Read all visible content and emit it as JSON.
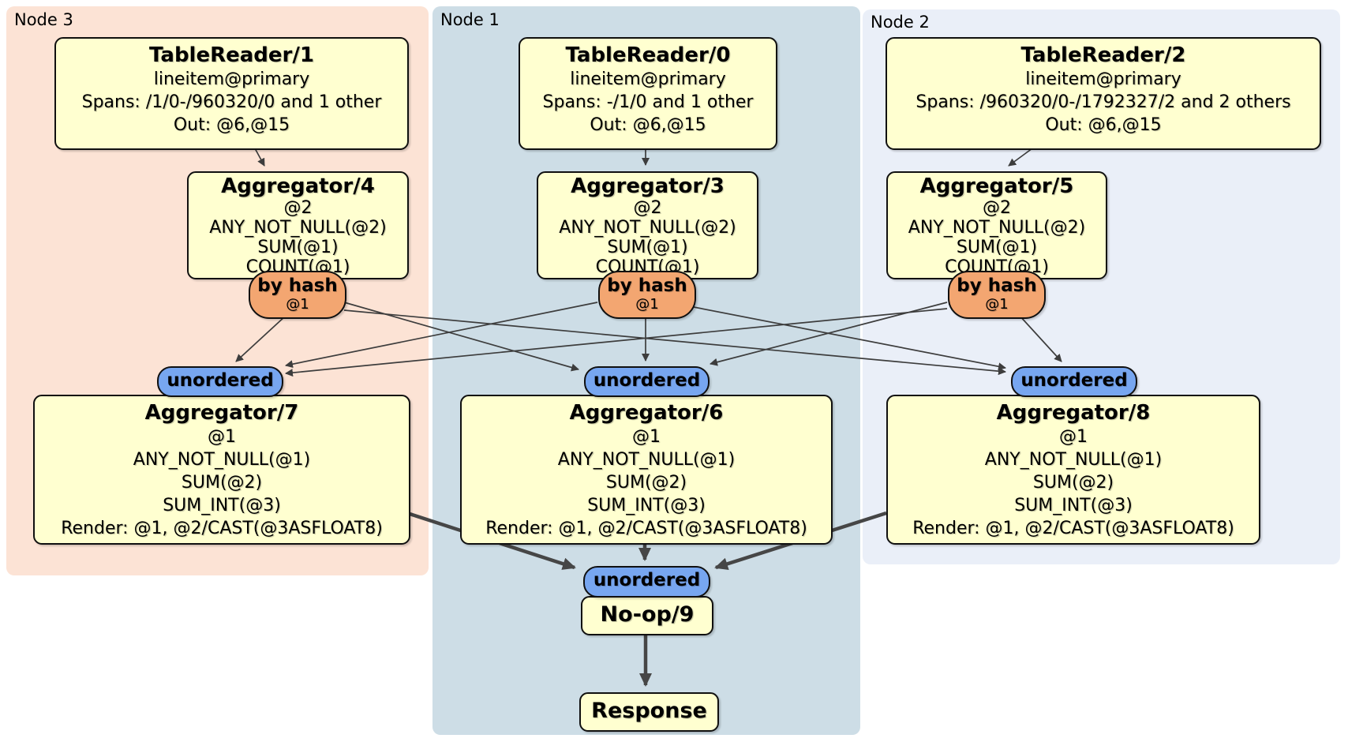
{
  "regions": {
    "node3": {
      "label": "Node 3",
      "bg": "#fce3d5"
    },
    "node1": {
      "label": "Node 1",
      "bg": "#cddde6"
    },
    "node2": {
      "label": "Node 2",
      "bg": "#eaeff8"
    }
  },
  "processors": {
    "tablereader1": {
      "title": "TableReader/1",
      "lines": [
        "lineitem@primary",
        "Spans: /1/0-/960320/0 and 1 other",
        "Out: @6,@15"
      ]
    },
    "tablereader0": {
      "title": "TableReader/0",
      "lines": [
        "lineitem@primary",
        "Spans: -/1/0 and 1 other",
        "Out: @6,@15"
      ]
    },
    "tablereader2": {
      "title": "TableReader/2",
      "lines": [
        "lineitem@primary",
        "Spans: /960320/0-/1792327/2 and 2 others",
        "Out: @6,@15"
      ]
    },
    "aggregator4": {
      "title": "Aggregator/4",
      "lines": [
        "@2",
        "ANY_NOT_NULL(@2)",
        "SUM(@1)",
        "COUNT(@1)"
      ]
    },
    "aggregator3": {
      "title": "Aggregator/3",
      "lines": [
        "@2",
        "ANY_NOT_NULL(@2)",
        "SUM(@1)",
        "COUNT(@1)"
      ]
    },
    "aggregator5": {
      "title": "Aggregator/5",
      "lines": [
        "@2",
        "ANY_NOT_NULL(@2)",
        "SUM(@1)",
        "COUNT(@1)"
      ]
    },
    "aggregator7": {
      "title": "Aggregator/7",
      "lines": [
        "@1",
        "ANY_NOT_NULL(@1)",
        "SUM(@2)",
        "SUM_INT(@3)",
        "Render: @1, @2/CAST(@3ASFLOAT8)"
      ]
    },
    "aggregator6": {
      "title": "Aggregator/6",
      "lines": [
        "@1",
        "ANY_NOT_NULL(@1)",
        "SUM(@2)",
        "SUM_INT(@3)",
        "Render: @1, @2/CAST(@3ASFLOAT8)"
      ]
    },
    "aggregator8": {
      "title": "Aggregator/8",
      "lines": [
        "@1",
        "ANY_NOT_NULL(@1)",
        "SUM(@2)",
        "SUM_INT(@3)",
        "Render: @1, @2/CAST(@3ASFLOAT8)"
      ]
    },
    "noop": {
      "title": "No-op/9"
    },
    "response": {
      "title": "Response"
    }
  },
  "routers": {
    "byhash3": {
      "label": "by hash",
      "key": "@1"
    },
    "byhash1": {
      "label": "by hash",
      "key": "@1"
    },
    "byhash2": {
      "label": "by hash",
      "key": "@1"
    }
  },
  "synchronizers": {
    "unordered3": {
      "label": "unordered"
    },
    "unordered1": {
      "label": "unordered"
    },
    "unordered2": {
      "label": "unordered"
    },
    "unordered_final": {
      "label": "unordered"
    }
  },
  "edges": [
    {
      "from": "tablereader1",
      "to": "aggregator4"
    },
    {
      "from": "tablereader0",
      "to": "aggregator3"
    },
    {
      "from": "tablereader2",
      "to": "aggregator5"
    },
    {
      "from": "byhash3",
      "to": "unordered3"
    },
    {
      "from": "byhash3",
      "to": "unordered1"
    },
    {
      "from": "byhash3",
      "to": "unordered2"
    },
    {
      "from": "byhash1",
      "to": "unordered3"
    },
    {
      "from": "byhash1",
      "to": "unordered1"
    },
    {
      "from": "byhash1",
      "to": "unordered2"
    },
    {
      "from": "byhash2",
      "to": "unordered3"
    },
    {
      "from": "byhash2",
      "to": "unordered1"
    },
    {
      "from": "byhash2",
      "to": "unordered2"
    },
    {
      "from": "aggregator7",
      "to": "unordered_final"
    },
    {
      "from": "aggregator6",
      "to": "unordered_final"
    },
    {
      "from": "aggregator8",
      "to": "unordered_final"
    },
    {
      "from": "noop",
      "to": "response"
    }
  ],
  "colors": {
    "box_bg": "#ffffd0",
    "router_bg": "#f3a671",
    "sync_bg": "#77a6f0",
    "edge": "#3d3d3d",
    "node3_bg": "#fce3d5",
    "node1_bg": "#cddde6",
    "node2_bg": "#eaeff8"
  }
}
